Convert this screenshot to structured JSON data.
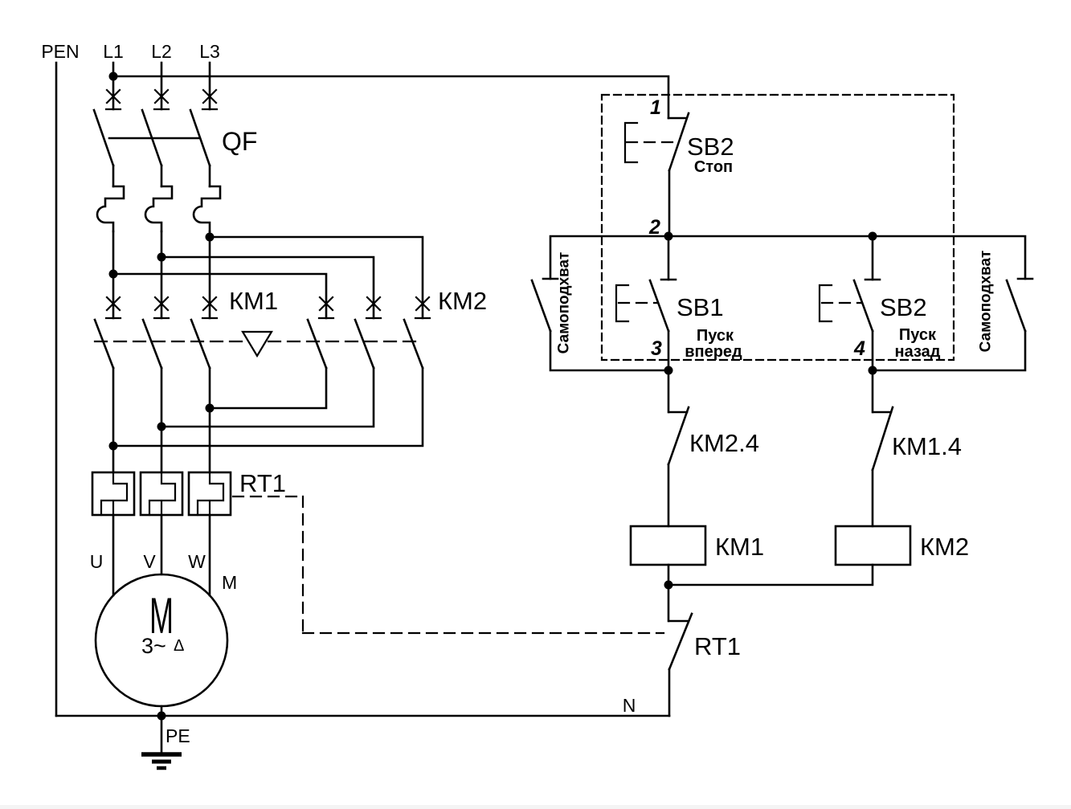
{
  "colors": {
    "wire": "#000000",
    "stop_red": "#d02027",
    "start_green": "#179117",
    "selfhold_blue": "#20209a"
  },
  "power": {
    "pen_label": "PEN",
    "l1_label": "L1",
    "l2_label": "L2",
    "l3_label": "L3",
    "breaker_label": "QF",
    "km1_contacts_label": "КМ1",
    "km2_contacts_label": "КМ2",
    "thermal_relay_label": "RT1",
    "terminal_u": "U",
    "terminal_v": "V",
    "terminal_w": "W",
    "motor_label": "M",
    "motor_letter": "M",
    "motor_phase": "3~",
    "motor_delta": "Δ",
    "pe_label": "PE"
  },
  "control": {
    "node1": "1",
    "node2": "2",
    "node3": "3",
    "node4": "4",
    "stop_button_label": "SB2",
    "stop_button_caption": "Стоп",
    "forward_button_label": "SB1",
    "forward_caption_line1": "Пуск",
    "forward_caption_line2": "вперед",
    "reverse_button_label": "SB2",
    "reverse_caption_line1": "Пуск",
    "reverse_caption_line2": "назад",
    "selfhold_left_label": "Самоподхват",
    "selfhold_right_label": "Самоподхват",
    "km24_contact_label": "КМ2.4",
    "km14_contact_label": "КМ1.4",
    "km1_coil_label": "КМ1",
    "km2_coil_label": "КМ2",
    "rt1_contact_label": "RT1",
    "neutral_label": "N"
  }
}
